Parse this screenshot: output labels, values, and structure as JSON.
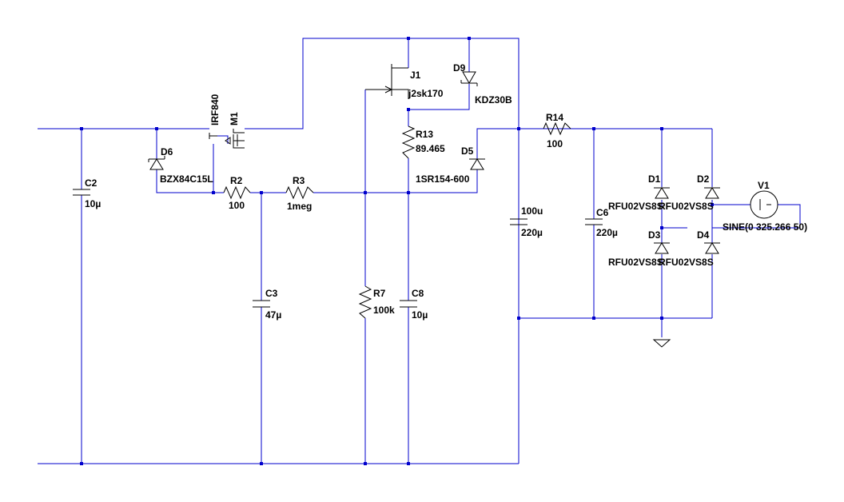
{
  "colors": {
    "wire": "#0000cc",
    "component": "#000000",
    "background": "#ffffff"
  },
  "components": {
    "C2": {
      "ref": "C2",
      "value": "10µ"
    },
    "D6": {
      "ref": "D6",
      "value": "BZX84C15L"
    },
    "M1": {
      "ref": "M1",
      "value": "IRF840"
    },
    "R2": {
      "ref": "R2",
      "value": "100"
    },
    "R3": {
      "ref": "R3",
      "value": "1meg"
    },
    "C3": {
      "ref": "C3",
      "value": "47µ"
    },
    "J1": {
      "ref": "J1",
      "value": "j2sk170"
    },
    "D9": {
      "ref": "D9",
      "value": "KDZ30B"
    },
    "R13": {
      "ref": "R13",
      "value": "89.465"
    },
    "D5": {
      "ref": "D5",
      "value": "1SR154-600"
    },
    "R7": {
      "ref": "R7",
      "value": "100k"
    },
    "C8": {
      "ref": "C8",
      "value": "10µ"
    },
    "C_main": {
      "ref": "100u",
      "value": "220µ"
    },
    "R14": {
      "ref": "R14",
      "value": "100"
    },
    "C6": {
      "ref": "C6",
      "value": "220µ"
    },
    "D1": {
      "ref": "D1",
      "value": "RFU02VS8S"
    },
    "D2": {
      "ref": "D2",
      "value": "RFU02VS8S"
    },
    "D3": {
      "ref": "D3",
      "value": "RFU02VS8S"
    },
    "D4": {
      "ref": "D4",
      "value": "RFU02VS8S"
    },
    "V1": {
      "ref": "V1",
      "value": "SINE(0 325.266 50)"
    }
  }
}
